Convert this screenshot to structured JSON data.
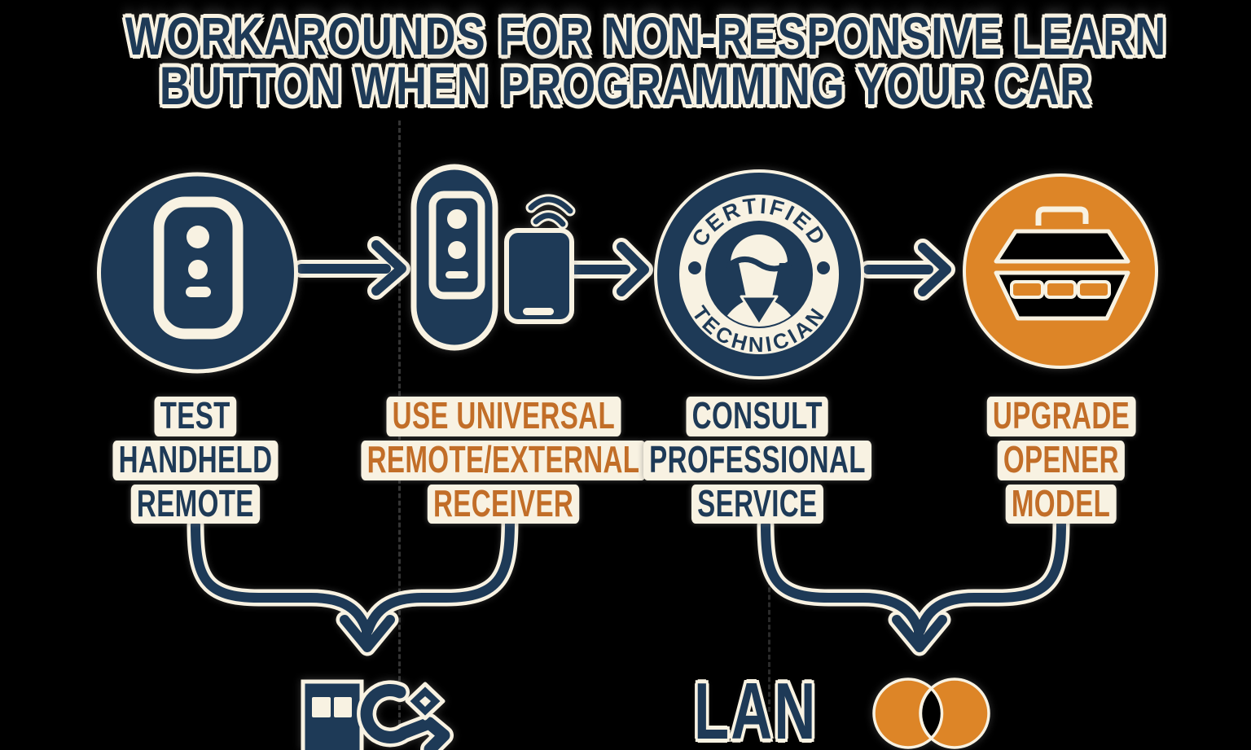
{
  "colors": {
    "background": "#000000",
    "navy": "#1e3a57",
    "cream": "#f8f2e2",
    "orange": "#dd8527",
    "orange_text": "#c26e28"
  },
  "title": {
    "line1": "WORKAROUNDS FOR NON-RESPONSIVE LEARN",
    "line2": "BUTTON WHEN PROGRAMMING YOUR CAR"
  },
  "steps": [
    {
      "name": "test-handheld-remote",
      "icon": "handheld-remote-in-circle-icon",
      "lines": [
        "TEST",
        "HANDHELD",
        "REMOTE"
      ],
      "color": "navy"
    },
    {
      "name": "use-universal-remote-external-receiver",
      "icon": "universal-remote-and-receiver-icon",
      "lines": [
        "USE UNIVERSAL",
        "REMOTE/EXTERNAL",
        "RECEIVER"
      ],
      "color": "orange"
    },
    {
      "name": "consult-professional-service",
      "icon": "certified-technician-badge-icon",
      "lines": [
        "CONSULT",
        "PROFESSIONAL",
        "SERVICE"
      ],
      "color": "navy"
    },
    {
      "name": "upgrade-opener-model",
      "icon": "garage-door-opener-in-circle-icon",
      "lines": [
        "UPGRADE",
        "OPENER",
        "MODEL"
      ],
      "color": "orange"
    }
  ],
  "badge": {
    "arc_top": "CERTIFIED",
    "arc_bottom": "TECHNICIAN"
  },
  "footer": {
    "lan_text": "LAN"
  }
}
